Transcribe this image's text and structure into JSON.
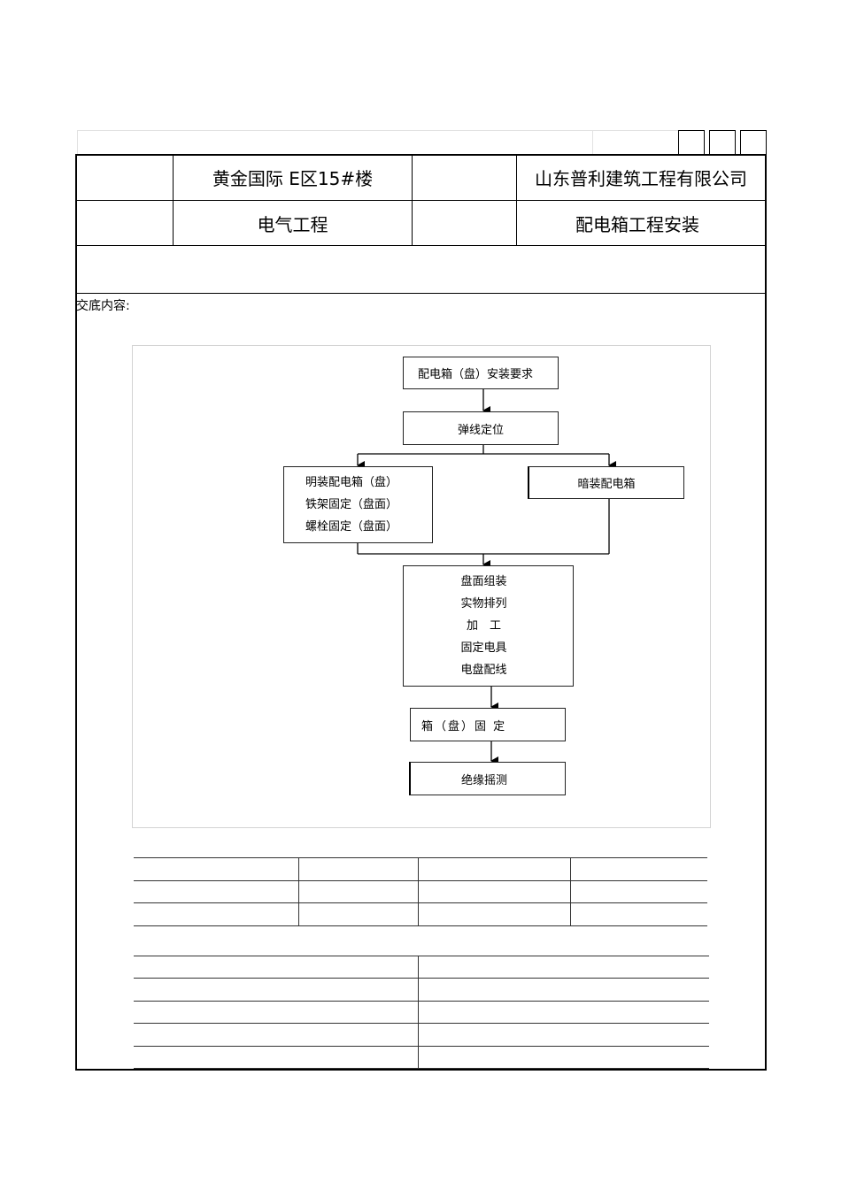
{
  "header": {
    "project_name": "黄金国际 E区15#楼",
    "company": "山东普利建筑工程有限公司",
    "discipline": "电气工程",
    "item": "配电箱工程安装"
  },
  "content_label": "交底内容:",
  "flowchart": {
    "start": "配电箱（盘）安装要求",
    "step1": "弹线定位",
    "surface": [
      "明装配电箱（盘）",
      "铁架固定（盘面）",
      "螺栓固定（盘面）"
    ],
    "concealed": "暗装配电箱",
    "panel": [
      "盘面组装",
      "实物排列",
      "加　工",
      "固定电具",
      "电盘配线"
    ],
    "fix": "箱（盘）固 定",
    "test": "绝缘摇测"
  }
}
